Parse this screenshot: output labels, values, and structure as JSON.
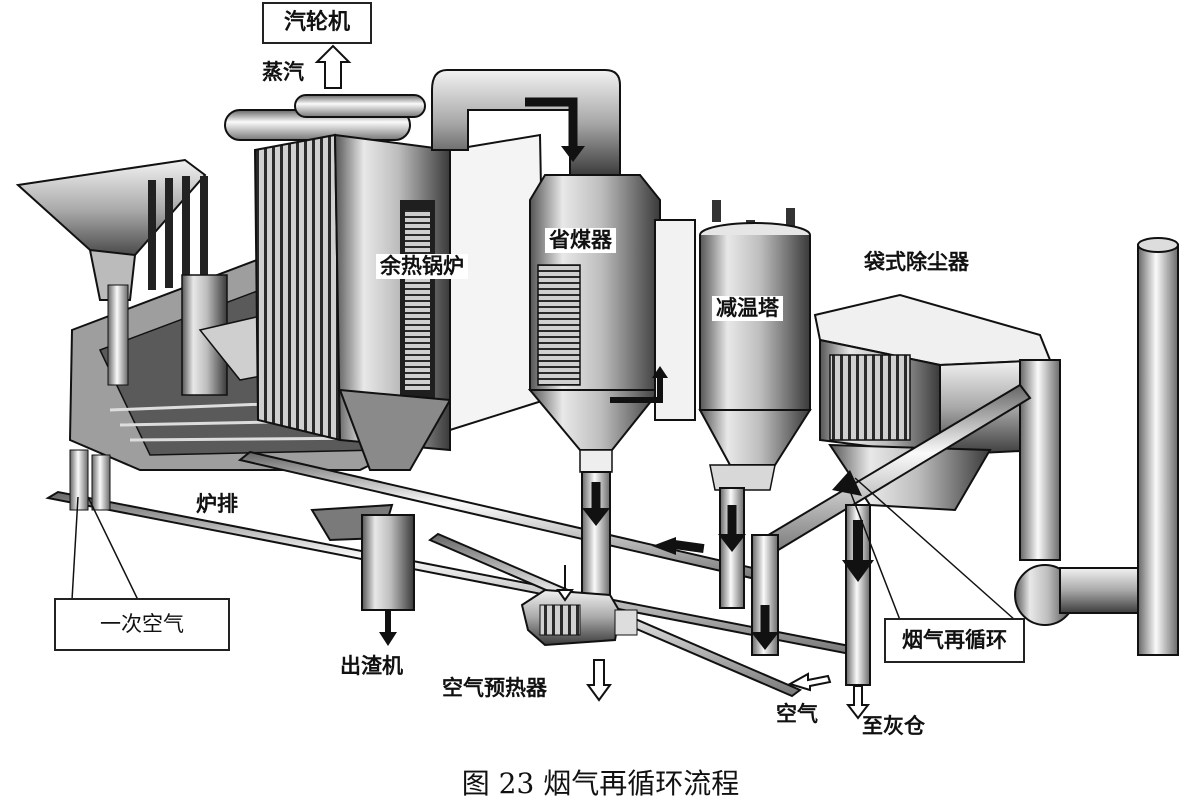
{
  "labels": {
    "turbine": "汽轮机",
    "steam": "蒸汽",
    "waste_heat_boiler": "余热锅炉",
    "economizer": "省煤器",
    "cooling_tower": "减温塔",
    "bag_filter": "袋式除尘器",
    "grate": "炉排",
    "primary_air": "一次空气",
    "slag_remover": "出渣机",
    "air_preheater": "空气预热器",
    "air": "空气",
    "to_ash_silo": "至灰仓",
    "flue_gas_recirculation": "烟气再循环"
  },
  "caption": "图 23   烟气再循环流程"
}
